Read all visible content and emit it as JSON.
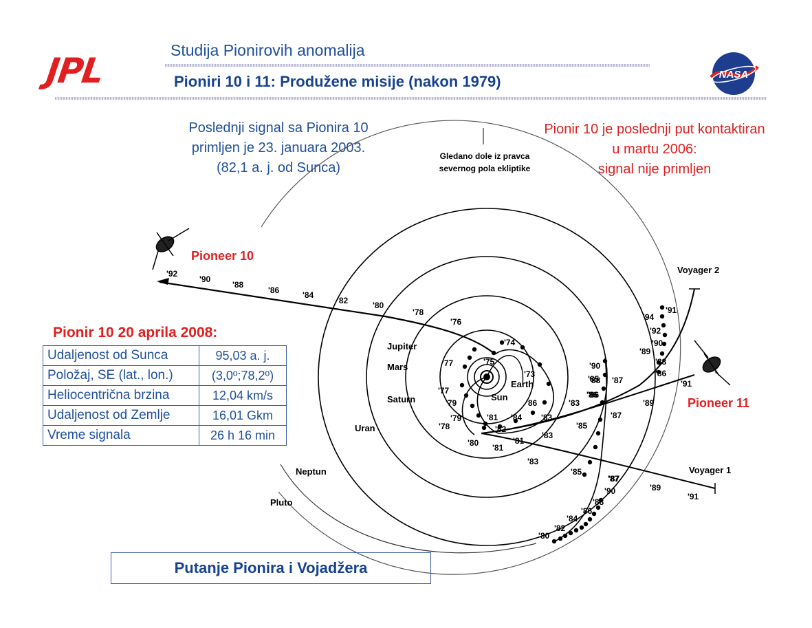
{
  "header": {
    "logo_left": "JPL",
    "logo_right": "NASA",
    "kicker": "Studija Pionirovih anomalija",
    "subtitle": "Pioniri 10 i 11: Produžene misije (nakon 1979)"
  },
  "notes": {
    "last_signal": [
      "Poslednji signal sa Pionira 10",
      "primljen je 23. januara 2003.",
      "(82,1 a. j. od Sunca)"
    ],
    "view": [
      "Gledano dole iz pravca",
      "severnog pola ekliptike"
    ],
    "last_contact": [
      "Pionir 10 je poslednji put kontaktiran",
      "u martu 2006:",
      "signal nije primljen"
    ]
  },
  "diagram": {
    "spacecraft": {
      "pioneer10": "Pioneer 10",
      "pioneer11": "Pioneer 11",
      "voyager1": "Voyager 1",
      "voyager2": "Voyager 2"
    },
    "planets": {
      "jupiter": "Jupiter",
      "mars": "Mars",
      "saturn": "Saturn",
      "uran": "Uran",
      "neptun": "Neptun",
      "pluto": "Pluto",
      "earth": "Earth",
      "sun": "Sun"
    },
    "p10_years": [
      "'92",
      "'90",
      "'88",
      "'86",
      "'84",
      "'82",
      "'80",
      "'78",
      "'76",
      "'74"
    ],
    "inner_years": [
      "'77",
      "'75",
      "'73",
      "'77",
      "'79",
      "'79",
      "'78",
      "'80",
      "'81",
      "'81",
      "'82",
      "'84",
      "'83",
      "'86"
    ],
    "v1_years": [
      "'81",
      "'83",
      "'85",
      "'87",
      "'89",
      "'91"
    ],
    "v2_years": [
      "'83",
      "'85",
      "'87",
      "'89",
      "'91",
      "'83",
      "'85",
      "'86",
      "'87"
    ],
    "p11_years": [
      "'90",
      "'88",
      "'86",
      "'94",
      "'92",
      "'90",
      "'89",
      "'88",
      "'86",
      "'91"
    ],
    "bottom_years": [
      "'80",
      "'82",
      "'84",
      "'86",
      "'88",
      "'90",
      "'87"
    ]
  },
  "table": {
    "title": "Pionir 10 20 aprila 2008:",
    "rows": [
      {
        "label": "Udaljenost od Sunca",
        "value": "95,03 a. j."
      },
      {
        "label": "Položaj, SE (lat., lon.)",
        "value": "(3,0º;78,2º)"
      },
      {
        "label": "Heliocentrična brzina",
        "value": "12,04 km/s"
      },
      {
        "label": "Udaljenost od Zemlje",
        "value": "16,01 Gkm"
      },
      {
        "label": "Vreme signala",
        "value": "26 h 16 min"
      }
    ]
  },
  "caption": "Putanje Pionira i Vojadžera",
  "colors": {
    "blue": "#1f4f9c",
    "red": "#e02020"
  }
}
